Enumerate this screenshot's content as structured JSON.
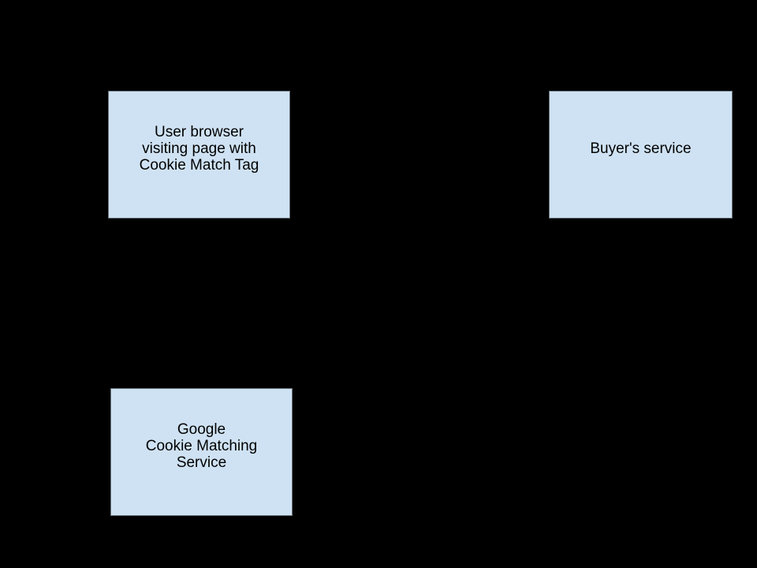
{
  "diagram": {
    "colors": {
      "background": "#000000",
      "node_fill": "#cfe2f3",
      "node_edge": "#68717a",
      "node_text": "#000000"
    },
    "nodes": [
      {
        "id": "user-browser",
        "label": "User browser\nvisiting page with\nCookie Match Tag"
      },
      {
        "id": "buyers-service",
        "label": "Buyer's service"
      },
      {
        "id": "google-cookie-matching",
        "label": "Google\nCookie Matching\nService"
      }
    ]
  }
}
